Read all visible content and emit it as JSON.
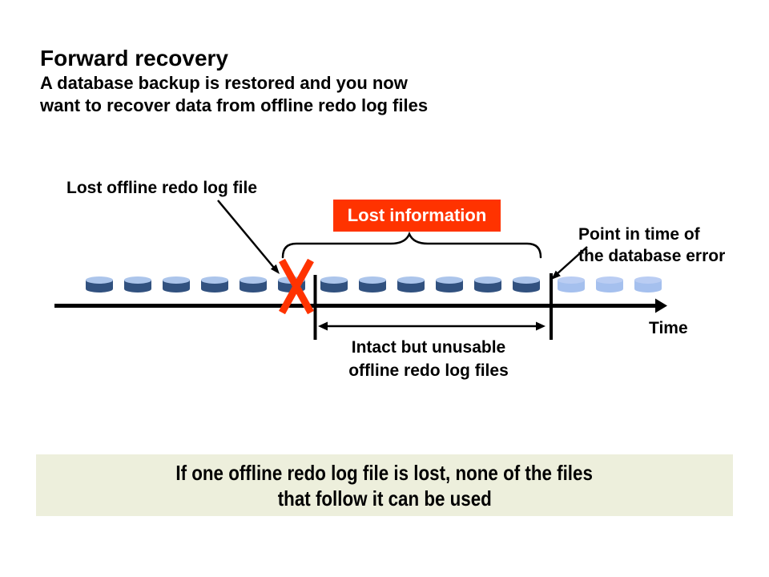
{
  "slide": {
    "title": "Forward recovery",
    "subtitle_line1": "A database backup is restored and you now",
    "subtitle_line2": "want to recover data from offline redo log files"
  },
  "diagram": {
    "lost_file_label": "Lost offline redo log file",
    "lost_info_label": "Lost information",
    "point_in_time_line1": "Point in time of",
    "point_in_time_line2": "the database error",
    "intact_line1": "Intact but unusable",
    "intact_line2": "offline redo log files",
    "time_label": "Time",
    "disks": {
      "icon": "database-disk-cylinder",
      "dark_before_lost": 5,
      "lost_count": 1,
      "dark_after_lost": 6,
      "light_after_error": 3
    },
    "colors": {
      "disk_dark_body": "#31517F",
      "disk_dark_top": "#ACC5EB",
      "disk_light_body": "#A5C0EE",
      "disk_light_top": "#BACDF3",
      "lost_red": "#FF3300",
      "line_black": "#000000"
    }
  },
  "footer": {
    "line1": "If one offline redo log file is lost, none of the files",
    "line2": "that follow it can be used",
    "background": "#EDEFDC"
  }
}
